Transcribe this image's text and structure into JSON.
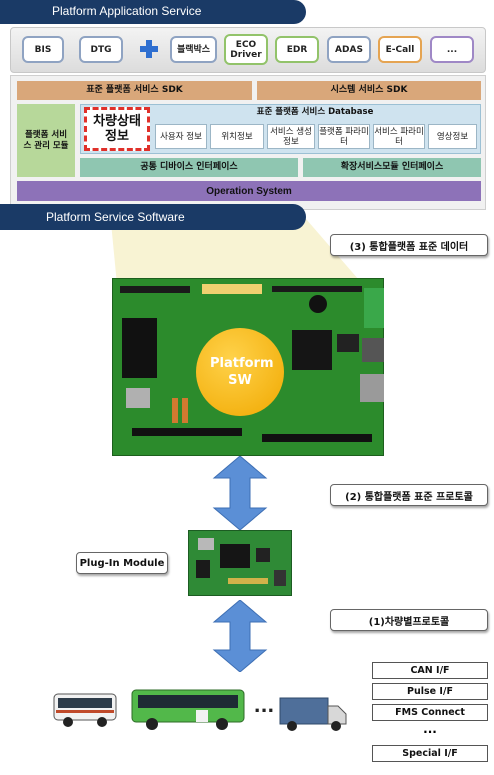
{
  "header": {
    "title": "Platform Application Service"
  },
  "apps": {
    "bis": "BIS",
    "dtg": "DTG",
    "blackbox": "블랙박스",
    "eco": "ECO Driver",
    "edr": "EDR",
    "adas": "ADAS",
    "ecall": "E-Call",
    "more": "..."
  },
  "platform": {
    "sdk_standard": "표준 플랫폼 서비스 SDK",
    "sdk_system": "시스템 서비스 SDK",
    "mgmt_module": "플랫폼 서비스 관리 모듈",
    "vehicle_status": "차량상태 정보",
    "database_title": "표준 플랫폼 서비스 Database",
    "db_cells": [
      "사용자 정보",
      "위치정보",
      "서비스 생성정보",
      "플랫폼 파라미터",
      "서비스 파라미터",
      "영상정보"
    ],
    "common_device_if": "공통 디바이스 인터페이스",
    "ext_module_if": "확장서비스모듈 인터페이스",
    "os": "Operation System",
    "footer_tab": "Platform Service Software"
  },
  "labels": {
    "standard_data": "(3) 통합플랫폼 표준 데이터",
    "board_chip": "Platform SW",
    "standard_protocol": "(2) 통합플랫폼 표준 프로토콜",
    "plugin": "Plug-In Module",
    "vehicle_protocol": "(1)차량별프로토콜",
    "ellipsis": "..."
  },
  "interfaces": [
    "CAN I/F",
    "Pulse I/F",
    "FMS Connect",
    "Special I/F"
  ],
  "colors": {
    "navy": "#1a3a66",
    "tan": "#d9a77a",
    "green_light": "#b7d89a",
    "teal_bar": "#8fc6b1",
    "db_blue": "#cfe3ef",
    "purple": "#8d72b8",
    "arrow": "#5b8fd6",
    "board": "#2c8b2c"
  }
}
